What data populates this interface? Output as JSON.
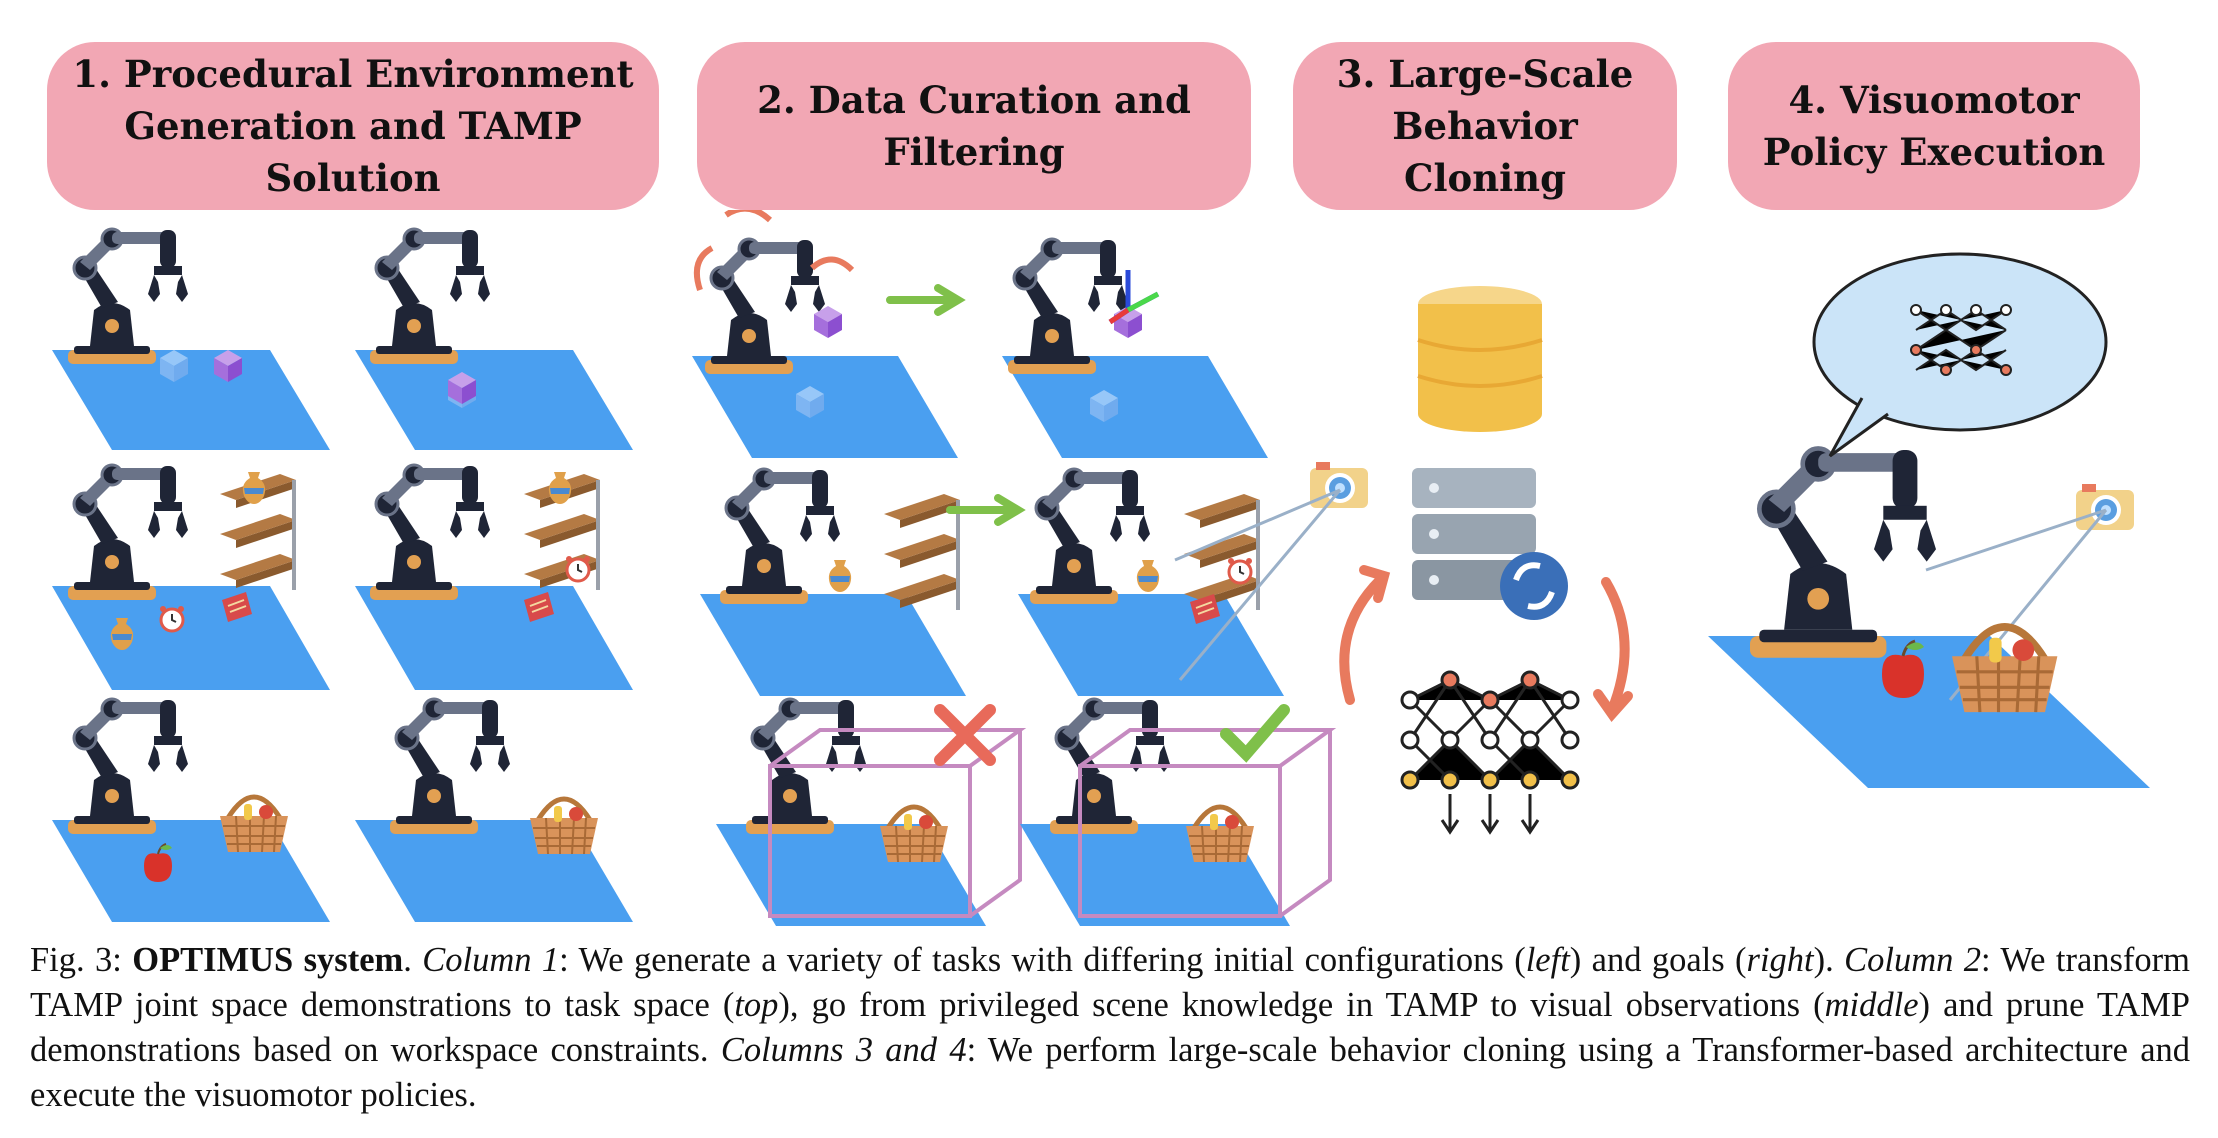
{
  "headers": {
    "col1": "1. Procedural Environment\nGeneration and TAMP Solution",
    "col2": "2. Data Curation and\nFiltering",
    "col3": "3. Large-Scale\nBehavior Cloning",
    "col4": "4. Visuomotor\nPolicy Execution"
  },
  "colors": {
    "header_bg": "#f2a7b4",
    "table_blue": "#4a9ff0",
    "robot_dark": "#1f2536",
    "accent_orange": "#e87a5e",
    "accept_green": "#7fc04a",
    "reject_red": "#e86a5a"
  },
  "icons": [
    "robot-arm-icon",
    "cube-icon",
    "shelf-icon",
    "vase-icon",
    "alarm-clock-icon",
    "book-icon",
    "basket-icon",
    "apple-icon",
    "camera-icon",
    "database-icon",
    "server-icon",
    "neural-network-icon",
    "checkmark-icon",
    "cross-icon",
    "arrow-icon",
    "sync-icon"
  ],
  "caption": {
    "prefix": "Fig. 3: ",
    "bold": "OPTIMUS system",
    "p1": ". ",
    "col1_label": "Column 1",
    "p2": ": We generate a variety of tasks with differing initial configurations (",
    "left": "left",
    "p3": ") and goals (",
    "right": "right",
    "p4": "). ",
    "col2_label": "Column 2",
    "p5": ": We transform TAMP joint space demonstrations to task space (",
    "top": "top",
    "p6": "), go from privileged scene knowledge in TAMP to visual observations (",
    "middle": "middle",
    "p7": ") and prune TAMP demonstrations based on workspace constraints. ",
    "col34_label": "Columns 3 and 4",
    "p8": ": We perform large-scale behavior cloning using a Transformer-based architecture and execute the visuomotor policies."
  }
}
